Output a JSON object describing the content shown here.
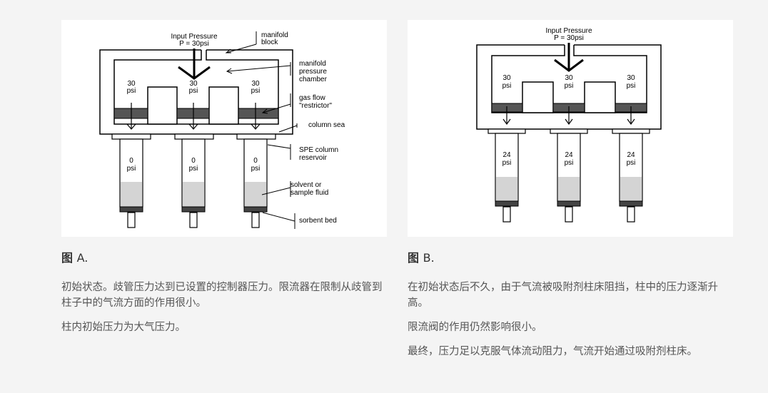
{
  "figureA": {
    "input_line1": "Input Pressure",
    "input_line2": "P = 30psi",
    "manifold_block_1": "manifold",
    "manifold_block_2": "block",
    "chamber_1": "manifold",
    "chamber_2": "pressure",
    "chamber_3": "chamber",
    "chamber_pressures": [
      "30",
      "30",
      "30"
    ],
    "psi": "psi",
    "restrictor_1": "gas flow",
    "restrictor_2": "\"restrictor\"",
    "seal": "column sea",
    "column_pressures": [
      "0",
      "0",
      "0"
    ],
    "reservoir_1": "SPE column",
    "reservoir_2": "reservoir",
    "solvent_1": "solvent or",
    "solvent_2": "sample fluid",
    "sorbent": "sorbent bed"
  },
  "figureB": {
    "input_line1": "Input Pressure",
    "input_line2": "P = 30psi",
    "chamber_pressures": [
      "30",
      "30",
      "30"
    ],
    "psi": "psi",
    "column_pressures": [
      "24",
      "24",
      "24"
    ]
  },
  "captionA": {
    "prefix": "图",
    "letter": "A."
  },
  "captionB": {
    "prefix": "图",
    "letter": "B."
  },
  "textA": [
    "初始状态。歧管压力达到已设置的控制器压力。限流器在限制从歧管到柱子中的气流方面的作用很小。",
    "柱内初始压力为大气压力。"
  ],
  "textB": [
    "在初始状态后不久，由于气流被吸附剂柱床阻挡，柱中的压力逐渐升高。",
    "限流阀的作用仍然影响很小。",
    "最终，压力足以克服气体流动阻力，气流开始通过吸附剂柱床。"
  ]
}
